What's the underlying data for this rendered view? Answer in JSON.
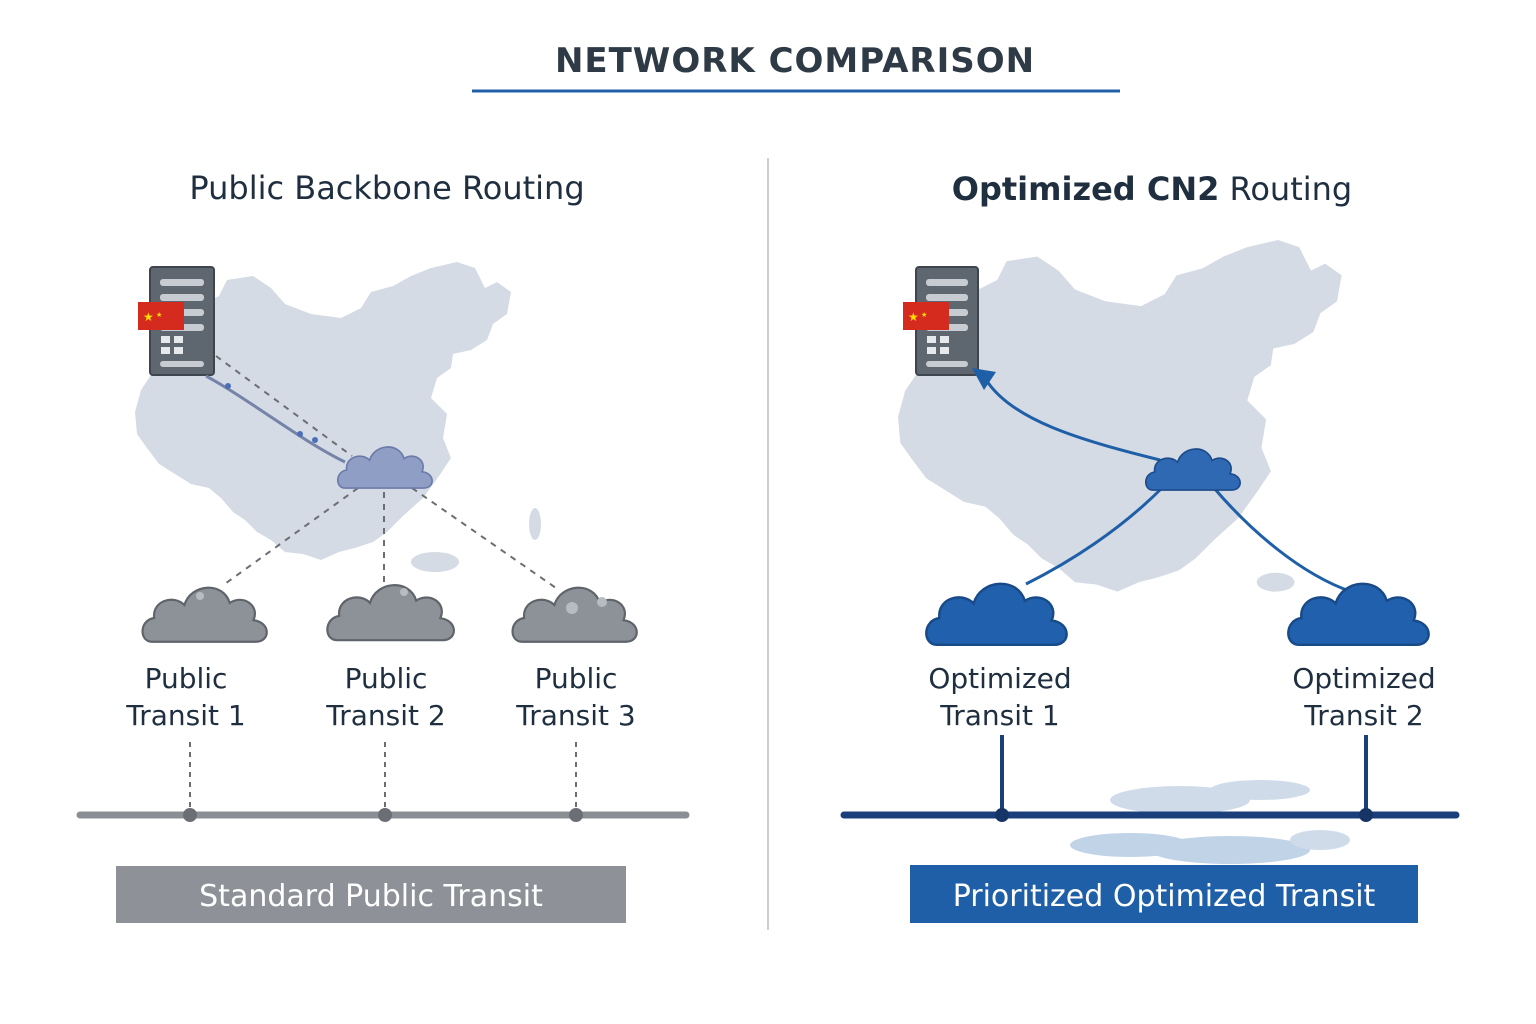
{
  "title": "NETWORK COMPARISON",
  "colors": {
    "accent_blue": "#1f5fa8",
    "dark_blue": "#1b3f7a",
    "public_gray": "#8a8f96",
    "map_fill": "#d4dbe4",
    "title_text": "#2e3a46",
    "flag_red": "#d52b1e",
    "flag_star": "#ffde00"
  },
  "left_panel": {
    "heading": "Public Backbone Routing",
    "icons": [
      "china-map",
      "server-icon",
      "china-flag-icon",
      "central-cloud-icon"
    ],
    "transits": [
      {
        "line1": "Public",
        "line2": "Transit 1"
      },
      {
        "line1": "Public",
        "line2": "Transit 2"
      },
      {
        "line1": "Public",
        "line2": "Transit 3"
      }
    ],
    "banner": "Standard Public Transit"
  },
  "right_panel": {
    "heading_bold": "Optimized CN2",
    "heading_rest": " Routing",
    "icons": [
      "china-map",
      "server-icon",
      "china-flag-icon",
      "central-cloud-icon",
      "world-map"
    ],
    "transits": [
      {
        "line1": "Optimized",
        "line2": "Transit 1"
      },
      {
        "line1": "Optimized",
        "line2": "Transit 2"
      }
    ],
    "banner": "Prioritized Optimized Transit"
  }
}
